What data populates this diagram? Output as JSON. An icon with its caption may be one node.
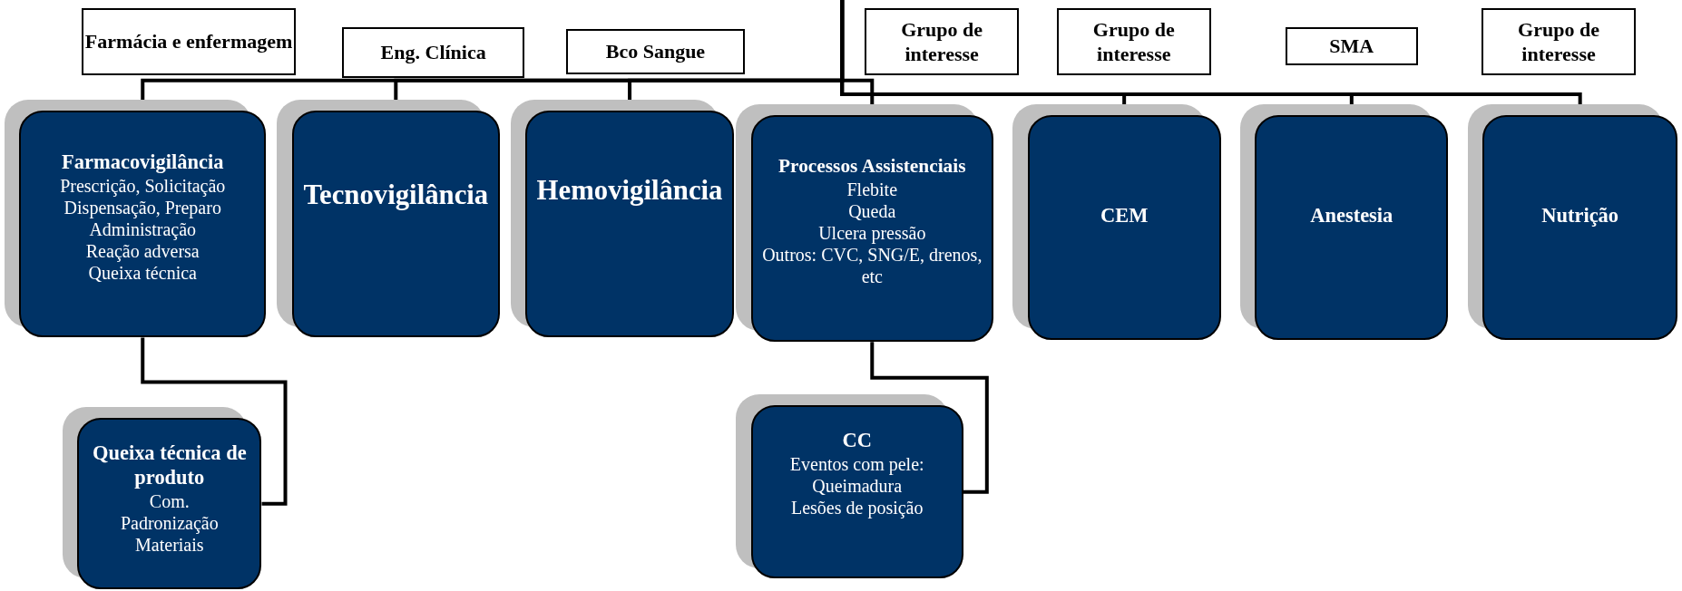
{
  "diagram": {
    "nodes": [
      {
        "text": [
          "Farmácia e enfermagem"
        ]
      },
      {
        "text": [
          "Eng. Clínica"
        ]
      },
      {
        "text": [
          "Bco Sangue"
        ]
      },
      {
        "text": [
          "Grupo de interesse"
        ]
      },
      {
        "text": [
          "Grupo de interesse"
        ]
      },
      {
        "text": [
          "SMA"
        ]
      },
      {
        "text": [
          "Grupo de interesse"
        ]
      },
      {
        "text": [
          "Farmacovigilância",
          "Prescrição, Solicitação",
          "Dispensação, Preparo",
          "Administração",
          "Reação adversa",
          "Queixa técnica"
        ]
      },
      {
        "text": [
          "Tecnovigilância"
        ]
      },
      {
        "text": [
          "Hemovigilância"
        ]
      },
      {
        "text": [
          "Processos Assistenciais",
          "Flebite",
          "Queda",
          "Ulcera pressão",
          "Outros: CVC, SNG/E, drenos, etc"
        ]
      },
      {
        "text": [
          "CEM"
        ]
      },
      {
        "text": [
          "Anestesia"
        ]
      },
      {
        "text": [
          "Nutrição"
        ]
      },
      {
        "text": [
          "Queixa técnica de produto",
          "Com.",
          "Padronização",
          "Materiais"
        ]
      },
      {
        "text": [
          "CC",
          "Eventos com pele:",
          "Queimadura",
          "Lesões de posição"
        ]
      }
    ],
    "edges": [
      {
        "from": null,
        "to": 7,
        "arrow": "none"
      },
      {
        "from": null,
        "to": 8,
        "arrow": "none"
      },
      {
        "from": null,
        "to": 9,
        "arrow": "none"
      },
      {
        "from": null,
        "to": 10,
        "arrow": "none"
      },
      {
        "from": null,
        "to": 11,
        "arrow": "none"
      },
      {
        "from": null,
        "to": 12,
        "arrow": "none"
      },
      {
        "from": null,
        "to": 13,
        "arrow": "none"
      },
      {
        "from": 7,
        "to": 14,
        "arrow": "none"
      },
      {
        "from": 10,
        "to": 15,
        "arrow": "none"
      }
    ]
  }
}
